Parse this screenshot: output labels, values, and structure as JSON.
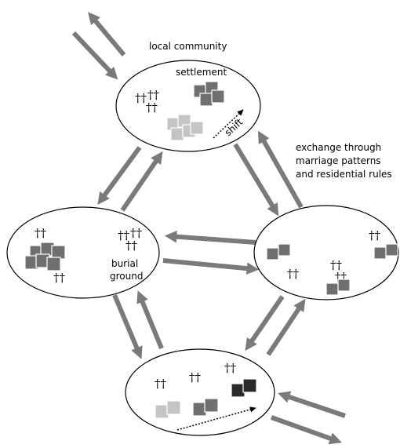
{
  "labels": {
    "local_community": "local community",
    "settlement": "settlement",
    "shift": "shift",
    "exchange_line1": "exchange through",
    "exchange_line2": "marriage patterns",
    "exchange_line3": "and residential rules",
    "burial_line1": "burial",
    "burial_line2": "ground"
  },
  "glyphs": {
    "double_cross": "††",
    "single_cross": "†"
  },
  "colors": {
    "arrow": "#7a7a7a",
    "square_mid": "#6f6f6f",
    "square_light": "#c4c4c4",
    "square_dark": "#2b2b2b",
    "outline": "#000000"
  }
}
